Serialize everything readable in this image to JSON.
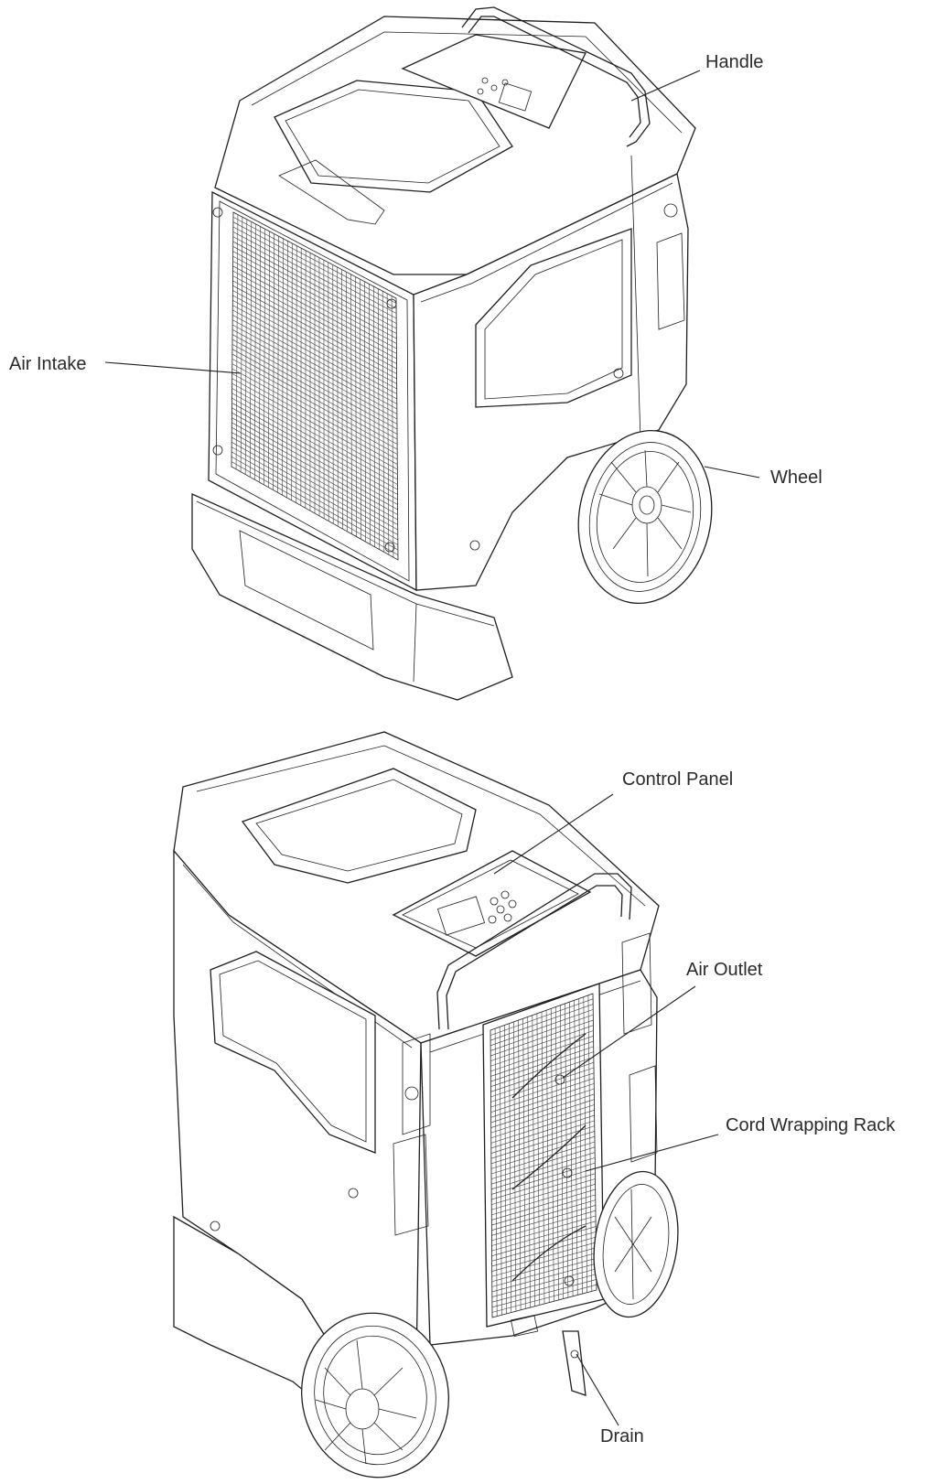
{
  "figure": {
    "views": [
      {
        "id": "front-view",
        "labels": [
          {
            "id": "handle",
            "text": "Handle"
          },
          {
            "id": "air-intake",
            "text": "Air Intake"
          },
          {
            "id": "wheel",
            "text": "Wheel"
          }
        ]
      },
      {
        "id": "rear-view",
        "labels": [
          {
            "id": "control-panel",
            "text": "Control Panel"
          },
          {
            "id": "air-outlet",
            "text": "Air Outlet"
          },
          {
            "id": "cord-wrapping-rack",
            "text": "Cord Wrapping Rack"
          },
          {
            "id": "drain",
            "text": "Drain"
          }
        ]
      }
    ],
    "colors": {
      "line": "#1f1f1f",
      "text": "#2a2a2a",
      "background": "#ffffff"
    }
  }
}
